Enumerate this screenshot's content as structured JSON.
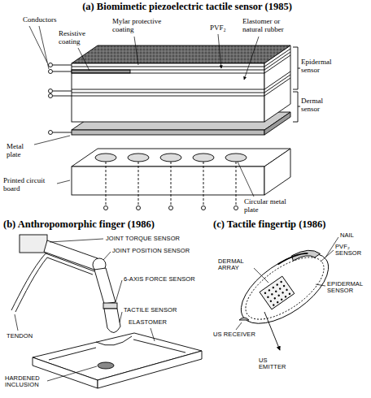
{
  "diagram": {
    "labels": [
      "(a) Biomimetic piezoelectric tactile sensor (1985)",
      "Conductors",
      "Mylar protective coating",
      "Resistive coating",
      "PVF₂",
      "Elastomer or natural rubber",
      "Epidermal sensor",
      "Dermal sensor",
      "Metal plate",
      "Printed circuit board",
      "Circular metal plate",
      "(b) Anthropomorphic finger (1986)",
      "JOINT TORQUE SENSOR",
      "JOINT POSITION SENSOR",
      "6-AXIS FORCE SENSOR",
      "TACTILE SENSOR",
      "ELASTOMER",
      "TENDON",
      "HARDENED INCLUSION",
      "(c) Tactile fingertip (1986)",
      "NAIL",
      "PVF₂ SENSOR",
      "DERMAL ARRAY",
      "EPIDERMAL SENSOR",
      "US RECEIVER",
      "US EMITTER"
    ]
  }
}
